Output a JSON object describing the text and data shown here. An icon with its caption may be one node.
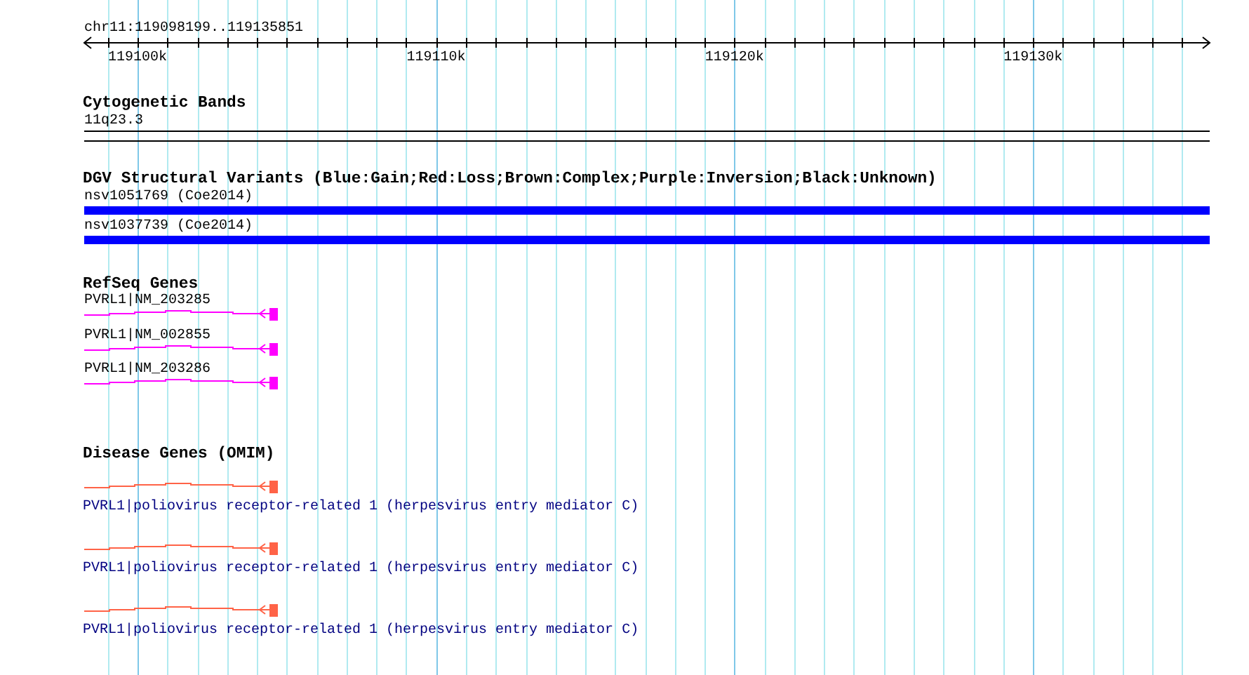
{
  "diagram": {
    "labels": [
      "chr11:119098199..119135851",
      "119100k",
      "119110k",
      "119120k",
      "119130k",
      "Cytogenetic Bands",
      "11q23.3",
      "DGV Structural Variants (Blue:Gain;Red:Loss;Brown:Complex;Purple:Inversion;Black:Unknown)",
      "nsv1051769 (Coe2014)",
      "nsv1037739 (Coe2014)",
      "RefSeq Genes",
      "PVRL1|NM_203285",
      "PVRL1|NM_002855",
      "PVRL1|NM_203286",
      "Disease Genes (OMIM)",
      "PVRL1|poliovirus receptor-related 1 (herpesvirus entry mediator C)",
      "PVRL1|poliovirus receptor-related 1 (herpesvirus entry mediator C)",
      "PVRL1|poliovirus receptor-related 1 (herpesvirus entry mediator C)"
    ]
  }
}
